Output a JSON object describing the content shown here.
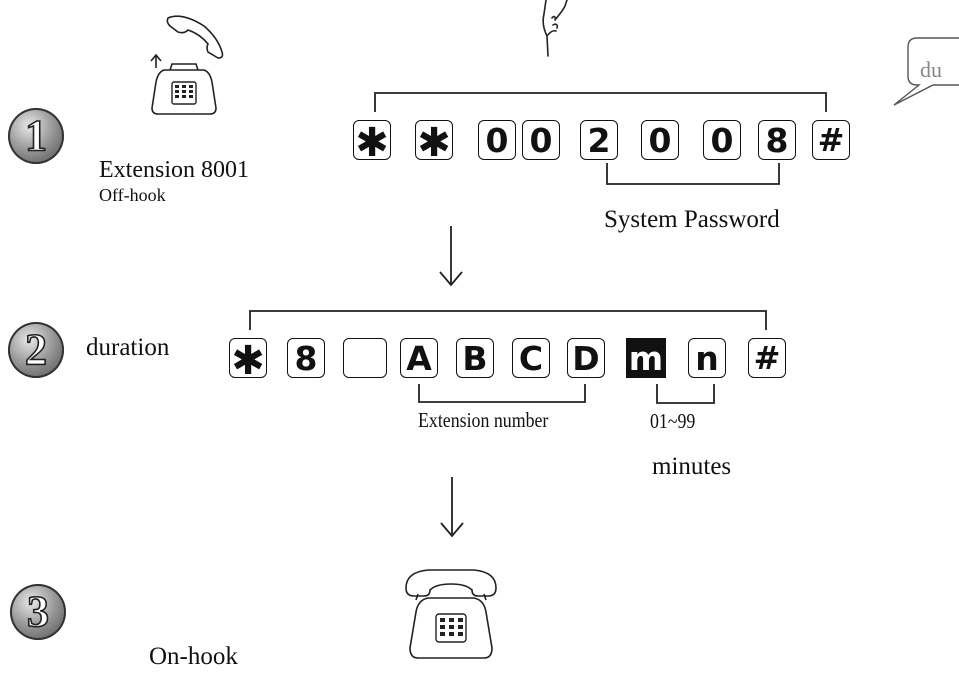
{
  "steps": [
    {
      "number": "1",
      "title": "Extension 8001",
      "subtitle": "Off-hook"
    },
    {
      "number": "2",
      "title": "duration"
    },
    {
      "number": "3",
      "title": "On-hook"
    }
  ],
  "row1_keys": [
    "✱",
    "✱",
    "0",
    "0",
    "2",
    "0",
    "0",
    "8",
    "#"
  ],
  "row2_keys": [
    "✱",
    "8",
    "",
    "A",
    "B",
    "C",
    "D",
    "m",
    "n",
    "#"
  ],
  "labels": {
    "system_password": "System Password",
    "extension_number": "Extension number",
    "range": "01~99",
    "minutes": "minutes",
    "speech_bubble": "du"
  }
}
